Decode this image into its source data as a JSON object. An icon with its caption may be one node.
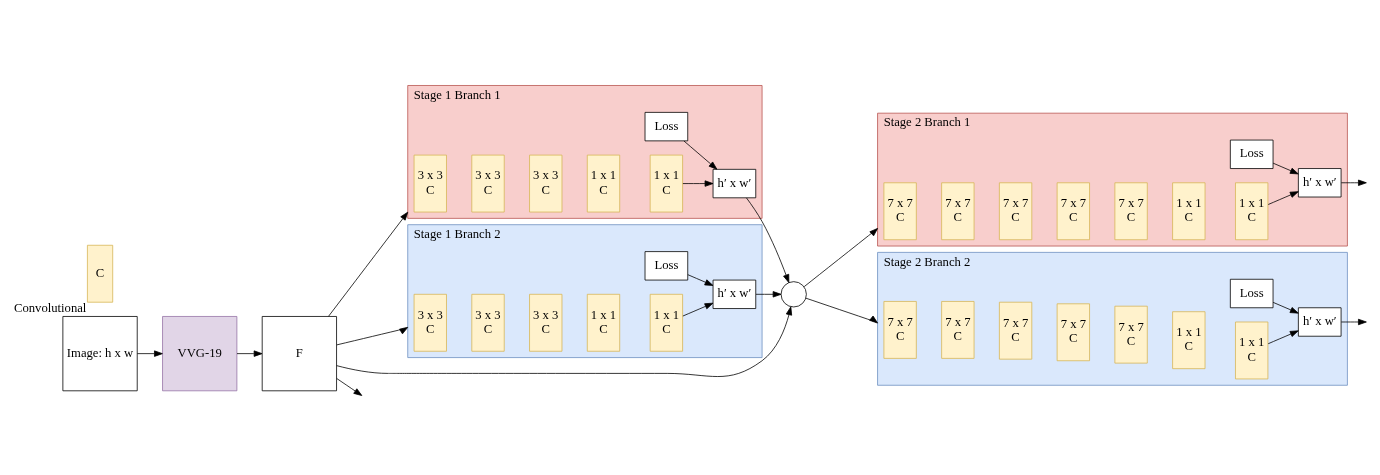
{
  "diagram": {
    "nodes": [
      {
        "text": [
          "Image: h x w"
        ]
      },
      {
        "text": [
          "VVG-19"
        ]
      },
      {
        "text": [
          "F"
        ]
      },
      {
        "text": [
          "C"
        ],
        "beside": [
          "Convolutional"
        ]
      },
      {
        "text": [
          "Stage 1 Branch 1"
        ]
      },
      {
        "text": [
          "Loss"
        ],
        "in": 4
      },
      {
        "text": [
          "h′ x w′"
        ],
        "in": 4
      },
      {
        "text": [
          "3 x 3",
          "C"
        ],
        "in": 4
      },
      {
        "text": [
          "3 x 3",
          "C"
        ],
        "in": 4
      },
      {
        "text": [
          "3 x 3",
          "C"
        ],
        "in": 4
      },
      {
        "text": [
          "1 x 1",
          "C"
        ],
        "in": 4
      },
      {
        "text": [
          "1 x 1",
          "C"
        ],
        "in": 4
      },
      {
        "text": [
          "Stage 1 Branch 2"
        ]
      },
      {
        "text": [
          "Loss"
        ],
        "in": 12
      },
      {
        "text": [
          "h′ x w′"
        ],
        "in": 12
      },
      {
        "text": [
          "3 x 3",
          "C"
        ],
        "in": 12
      },
      {
        "text": [
          "3 x 3",
          "C"
        ],
        "in": 12
      },
      {
        "text": [
          "3 x 3",
          "C"
        ],
        "in": 12
      },
      {
        "text": [
          "1 x 1",
          "C"
        ],
        "in": 12
      },
      {
        "text": [
          "1 x 1",
          "C"
        ],
        "in": 12
      },
      {
        "text": [],
        "shape": "circle"
      },
      {
        "text": [
          "Stage 2 Branch 1"
        ]
      },
      {
        "text": [
          "Loss"
        ],
        "in": 21
      },
      {
        "text": [
          "h′ x w′"
        ],
        "in": 21
      },
      {
        "text": [
          "7 x 7",
          "C"
        ],
        "in": 21
      },
      {
        "text": [
          "7 x 7",
          "C"
        ],
        "in": 21
      },
      {
        "text": [
          "7 x 7",
          "C"
        ],
        "in": 21
      },
      {
        "text": [
          "7 x 7",
          "C"
        ],
        "in": 21
      },
      {
        "text": [
          "7 x 7",
          "C"
        ],
        "in": 21
      },
      {
        "text": [
          "1 x 1",
          "C"
        ],
        "in": 21
      },
      {
        "text": [
          "1 x 1",
          "C"
        ],
        "in": 21
      },
      {
        "text": [
          "Stage 2 Branch 2"
        ]
      },
      {
        "text": [
          "Loss"
        ],
        "in": 31
      },
      {
        "text": [
          "h′ x w′"
        ],
        "in": 31
      },
      {
        "text": [
          "7 x 7",
          "C"
        ],
        "in": 31
      },
      {
        "text": [
          "7 x 7",
          "C"
        ],
        "in": 31
      },
      {
        "text": [
          "7 x 7",
          "C"
        ],
        "in": 31
      },
      {
        "text": [
          "7 x 7",
          "C"
        ],
        "in": 31
      },
      {
        "text": [
          "7 x 7",
          "C"
        ],
        "in": 31
      },
      {
        "text": [
          "1 x 1",
          "C"
        ],
        "in": 31
      },
      {
        "text": [
          "1 x 1",
          "C"
        ],
        "in": 31
      }
    ],
    "edges": [
      {
        "from": 0,
        "to": 1,
        "arrow": "to"
      },
      {
        "from": 1,
        "to": 2,
        "arrow": "to"
      },
      {
        "from": 2,
        "to": 4,
        "arrow": "to"
      },
      {
        "from": 2,
        "to": 12,
        "arrow": "to"
      },
      {
        "from": 5,
        "to": 6,
        "arrow": "to"
      },
      {
        "from": 11,
        "to": 6,
        "arrow": "to"
      },
      {
        "from": 13,
        "to": 14,
        "arrow": "to"
      },
      {
        "from": 19,
        "to": 14,
        "arrow": "to"
      },
      {
        "from": 6,
        "to": 20,
        "arrow": "to"
      },
      {
        "from": 14,
        "to": 20,
        "arrow": "to"
      },
      {
        "from": 2,
        "to": 20,
        "arrow": "to"
      },
      {
        "from": 2,
        "to": null,
        "arrow": "to"
      },
      {
        "from": 20,
        "to": 21,
        "arrow": "to"
      },
      {
        "from": 20,
        "to": 31,
        "arrow": "to"
      },
      {
        "from": 22,
        "to": 23,
        "arrow": "to"
      },
      {
        "from": 30,
        "to": 23,
        "arrow": "to"
      },
      {
        "from": 23,
        "to": null,
        "arrow": "to"
      },
      {
        "from": 32,
        "to": 33,
        "arrow": "to"
      },
      {
        "from": 40,
        "to": 33,
        "arrow": "to"
      },
      {
        "from": 33,
        "to": null,
        "arrow": "to"
      }
    ]
  }
}
